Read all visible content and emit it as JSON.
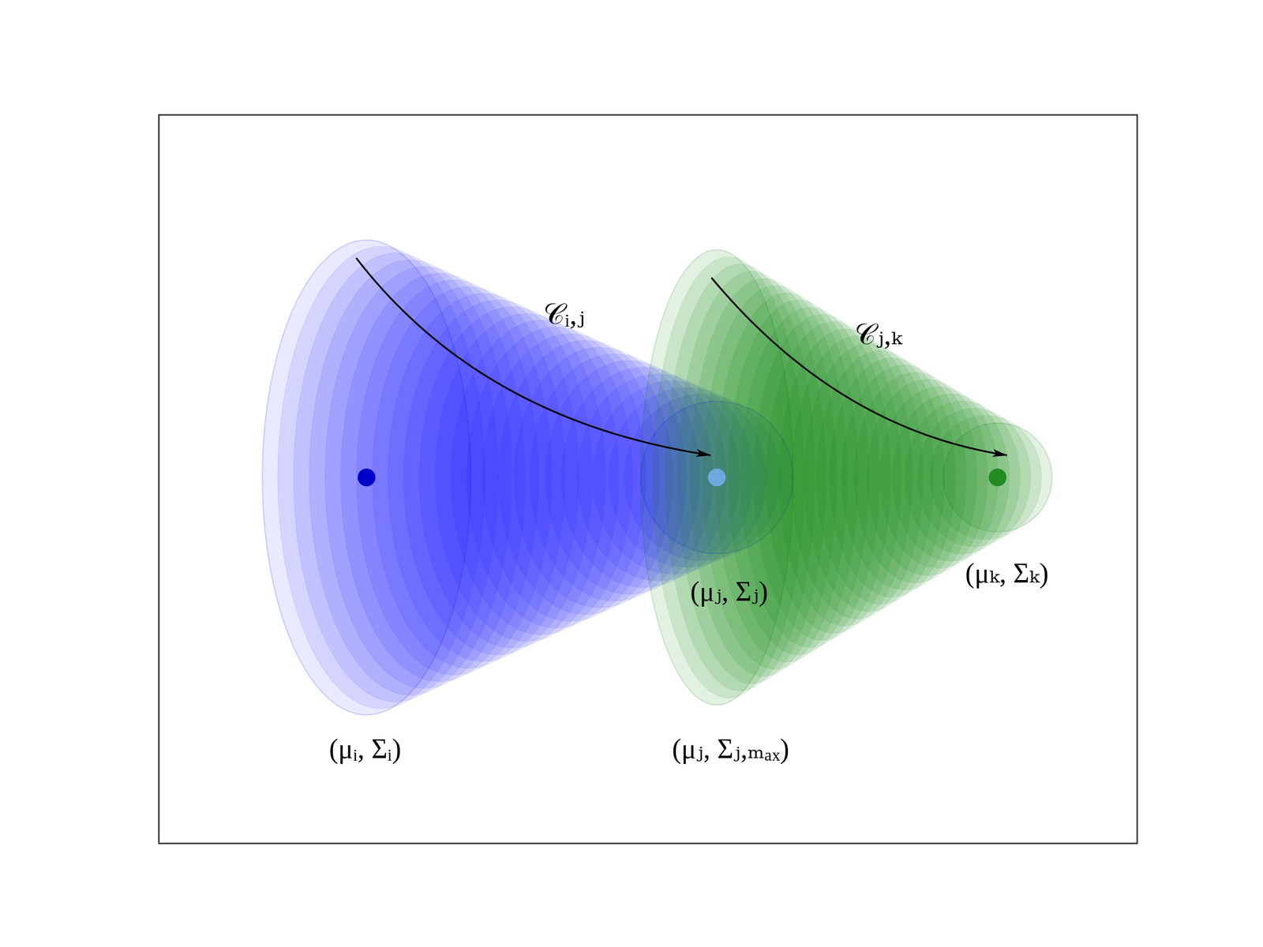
{
  "diagram": {
    "nodes": [
      {
        "text": [
          "(μᵢ, Σᵢ)"
        ]
      },
      {
        "text": [
          "(μⱼ, Σⱼ)"
        ]
      },
      {
        "text": [
          "(μⱼ, Σⱼ,ₘₐₓ)"
        ]
      },
      {
        "text": [
          "(μₖ, Σₖ)"
        ]
      }
    ],
    "edges": [
      {
        "from": 0,
        "to": 1,
        "arrow": "to",
        "label": "𝒞ᵢ,ⱼ"
      },
      {
        "from": 2,
        "to": 3,
        "arrow": "to",
        "label": "𝒞ⱼ,ₖ"
      }
    ]
  }
}
